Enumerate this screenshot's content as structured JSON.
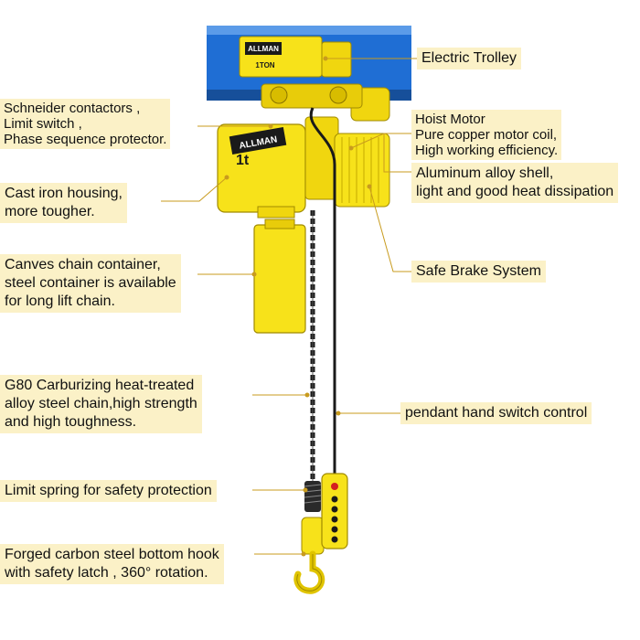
{
  "colors": {
    "label_bg": "#fbf1c7",
    "leader_line": "#c89b1e",
    "hoist_yellow": "#f7e21a",
    "beam_blue": "#1f6ed4",
    "chain": "#1a1a1a"
  },
  "product": {
    "brand_top": "ALLMAN",
    "capacity_top": "1TON",
    "brand_main": "ALLMAN",
    "capacity_main": "1t"
  },
  "callouts": {
    "trolley": "Electric Trolley",
    "contactors": "Schneider contactors ,\nLimit switch ,\nPhase sequence protector.",
    "motor": "Hoist Motor\nPure copper motor coil,\nHigh working efficiency.",
    "shell": "Aluminum alloy shell,\nlight and good heat dissipation",
    "housing": "Cast iron housing,\nmore tougher.",
    "container": "Canves chain container,\nsteel container is available\nfor long lift chain.",
    "brake": "Safe Brake System",
    "chain": "G80 Carburizing heat-treated\nalloy steel chain,high strength\nand high toughness.",
    "pendant": "pendant hand switch control",
    "spring": "Limit spring for safety protection",
    "hook": "Forged carbon steel bottom hook\nwith safety latch , 360° rotation."
  }
}
